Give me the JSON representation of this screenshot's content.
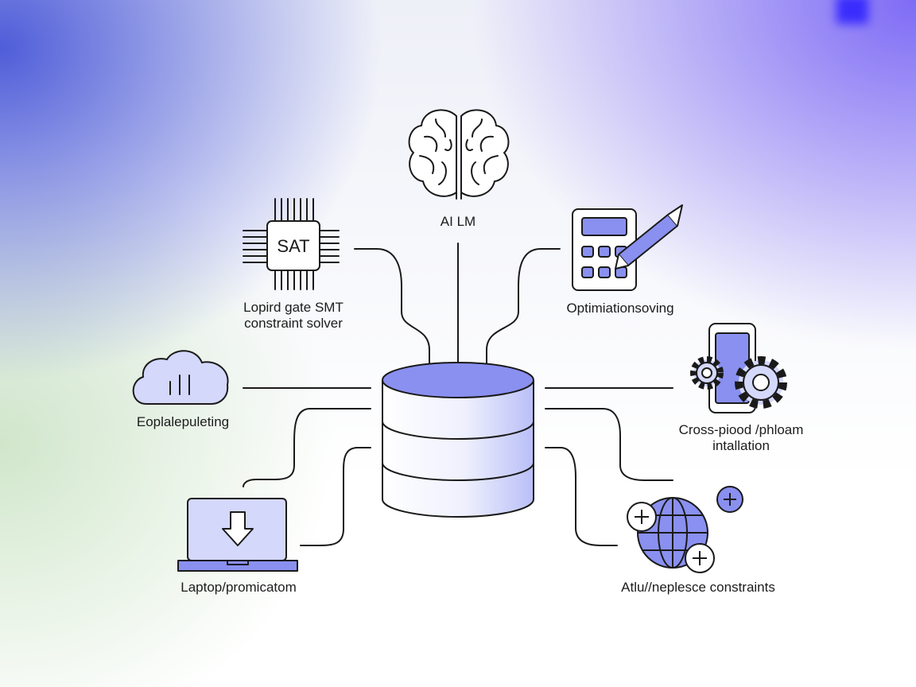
{
  "nodes": {
    "ai_lm": {
      "label": "AI LM"
    },
    "sat": {
      "chip_text": "SAT",
      "label_line1": "Lopird gate SMT",
      "label_line2": "constraint solver"
    },
    "optimization": {
      "label": "Optimiationsoving"
    },
    "cloud": {
      "label": "Eoplalepuleting"
    },
    "cross_platform": {
      "label_line1": "Cross-piood /phloam",
      "label_line2": "intallation"
    },
    "laptop": {
      "label": "Laptop/promicatom"
    },
    "globe": {
      "label": "Atlu//neplesce constraints"
    }
  },
  "colors": {
    "accent_fill": "#8a90ef",
    "light_fill": "#d4d8fb",
    "stroke": "#1a1a1a",
    "bg_left": "#4655d7",
    "bg_right": "#7864f5"
  }
}
